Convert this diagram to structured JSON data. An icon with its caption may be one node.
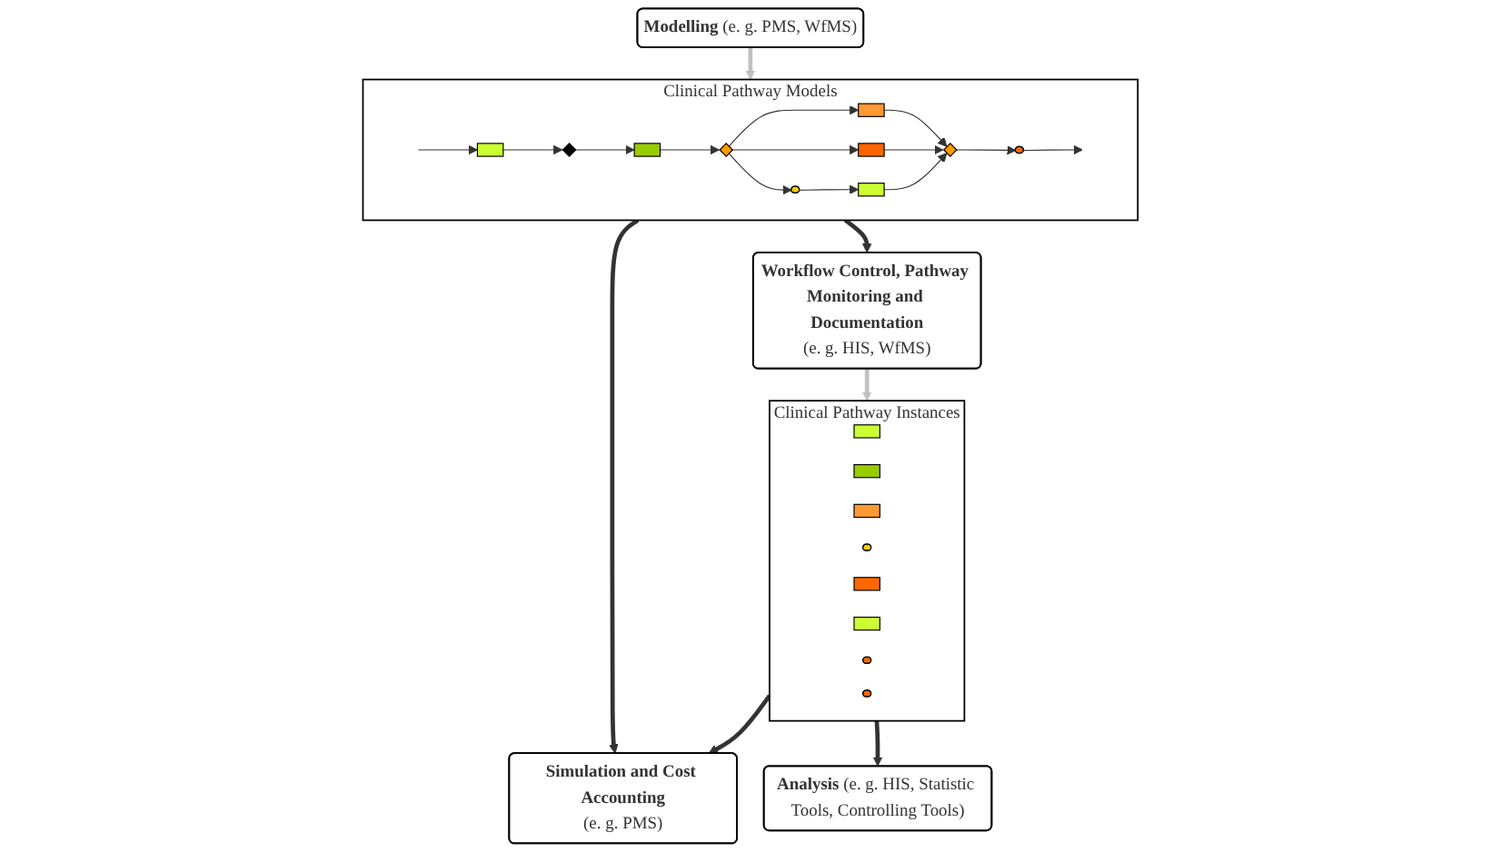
{
  "diagram": {
    "nodes": [
      {
        "text": [
          "Modelling",
          "(e. g. PMS, WfMS)"
        ]
      },
      {
        "text": [
          "Clinical Pathway Models"
        ]
      },
      {
        "text": [],
        "shape": "box",
        "in": 1
      },
      {
        "text": [],
        "shape": "diamond",
        "in": 1
      },
      {
        "text": [],
        "shape": "box",
        "in": 1
      },
      {
        "text": [],
        "shape": "diamond",
        "in": 1
      },
      {
        "text": [],
        "shape": "box",
        "in": 1
      },
      {
        "text": [],
        "shape": "box",
        "in": 1
      },
      {
        "text": [],
        "shape": "ellipse",
        "in": 1
      },
      {
        "text": [],
        "shape": "box",
        "in": 1
      },
      {
        "text": [],
        "shape": "diamond",
        "in": 1
      },
      {
        "text": [],
        "shape": "ellipse",
        "in": 1
      },
      {
        "text": [
          "Workflow Control, Pathway Monitoring and Documentation",
          "(e. g. HIS, WfMS)"
        ]
      },
      {
        "text": [
          "Simulation and Cost Accounting",
          "(e. g. PMS)"
        ]
      },
      {
        "text": [
          "Clinical Pathway Instances"
        ]
      },
      {
        "text": [],
        "shape": "box",
        "in": 14
      },
      {
        "text": [],
        "shape": "box",
        "in": 14
      },
      {
        "text": [],
        "shape": "box",
        "in": 14
      },
      {
        "text": [],
        "shape": "ellipse",
        "in": 14
      },
      {
        "text": [],
        "shape": "box",
        "in": 14
      },
      {
        "text": [],
        "shape": "box",
        "in": 14
      },
      {
        "text": [],
        "shape": "ellipse",
        "in": 14
      },
      {
        "text": [],
        "shape": "ellipse",
        "in": 14
      },
      {
        "text": [
          "Analysis",
          "(e. g. HIS, Statistic Tools, Controlling Tools)"
        ]
      }
    ],
    "edges": [
      {
        "from": null,
        "to": 2,
        "arrow": "to"
      },
      {
        "from": 2,
        "to": 3,
        "arrow": "to"
      },
      {
        "from": 3,
        "to": 4,
        "arrow": "to"
      },
      {
        "from": 4,
        "to": 5,
        "arrow": "to"
      },
      {
        "from": 5,
        "to": 6,
        "arrow": "to"
      },
      {
        "from": 5,
        "to": 7,
        "arrow": "to"
      },
      {
        "from": 5,
        "to": 8,
        "arrow": "to"
      },
      {
        "from": 8,
        "to": 9,
        "arrow": "to"
      },
      {
        "from": 6,
        "to": 10,
        "arrow": "to"
      },
      {
        "from": 7,
        "to": 10,
        "arrow": "to"
      },
      {
        "from": 9,
        "to": 10,
        "arrow": "to"
      },
      {
        "from": 10,
        "to": 11,
        "arrow": "to"
      },
      {
        "from": 11,
        "to": null,
        "arrow": "to"
      },
      {
        "from": 0,
        "to": 1,
        "arrow": "to",
        "style": "thick",
        "color": "#c0c0c0"
      },
      {
        "from": 1,
        "to": 12,
        "arrow": "to",
        "style": "thick"
      },
      {
        "from": 1,
        "to": 13,
        "arrow": "to",
        "style": "thick"
      },
      {
        "from": 12,
        "to": 14,
        "arrow": "to",
        "style": "thick",
        "color": "#c0c0c0"
      },
      {
        "from": 14,
        "to": 13,
        "arrow": "to",
        "style": "thick"
      },
      {
        "from": 14,
        "to": 23,
        "arrow": "to",
        "style": "thick"
      }
    ]
  }
}
